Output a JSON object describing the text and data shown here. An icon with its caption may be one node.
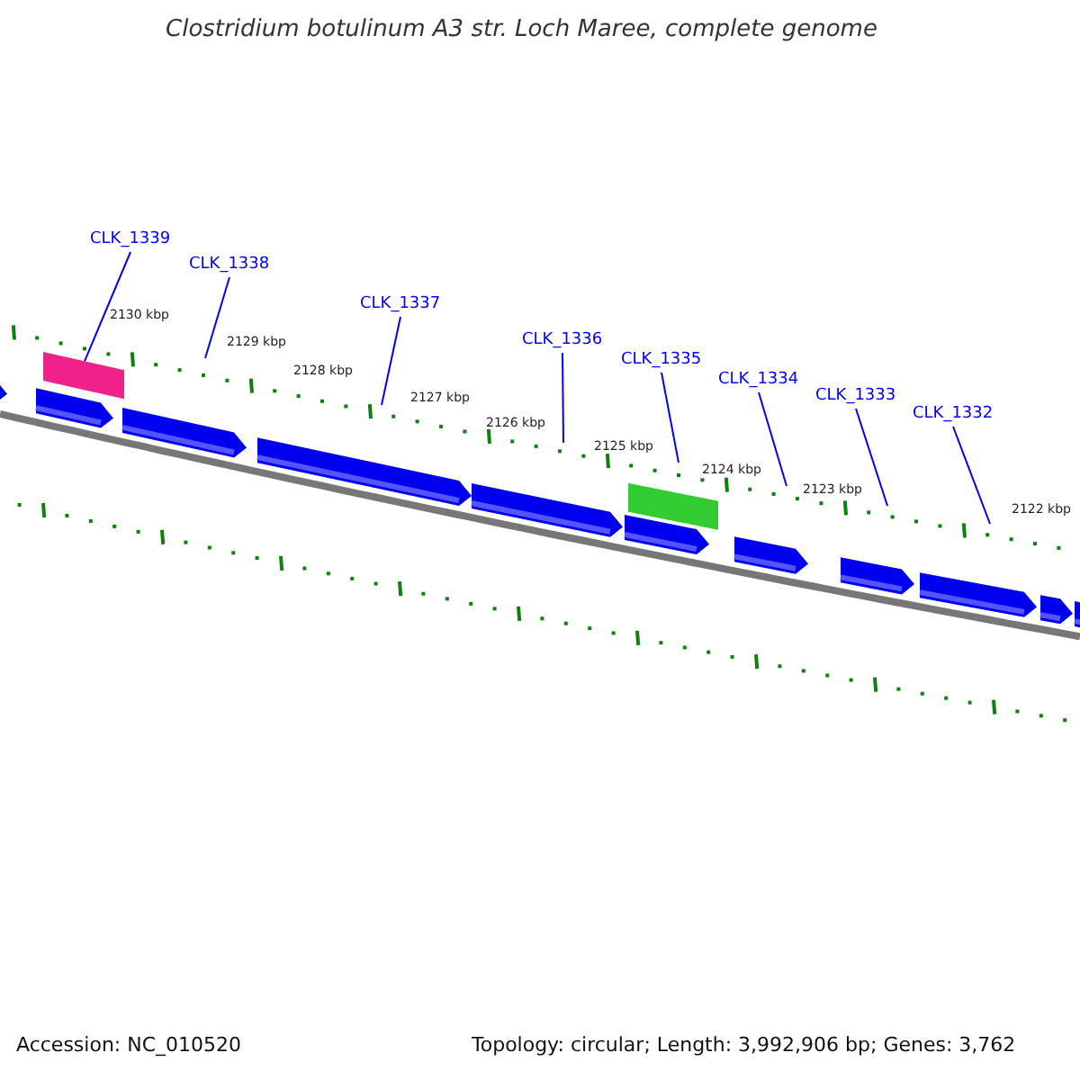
{
  "diagram": {
    "title": "Clostridium botulinum A3 str. Loch Maree, complete genome",
    "nodes": [
      {
        "text": [
          "CLK_1339"
        ]
      },
      {
        "text": [
          "CLK_1338"
        ]
      },
      {
        "text": [
          "CLK_1337"
        ]
      },
      {
        "text": [
          "CLK_1336"
        ]
      },
      {
        "text": [
          "CLK_1335"
        ]
      },
      {
        "text": [
          "CLK_1334"
        ]
      },
      {
        "text": [
          "CLK_1333"
        ]
      },
      {
        "text": [
          "CLK_1332"
        ]
      },
      {
        "text": [],
        "shape": "bar"
      }
    ],
    "edges": [
      {
        "from": 0,
        "to": 8,
        "arrow": "none"
      },
      {
        "from": 1,
        "to": null,
        "arrow": "none"
      },
      {
        "from": 2,
        "to": null,
        "arrow": "none"
      },
      {
        "from": 3,
        "to": null,
        "arrow": "none"
      },
      {
        "from": 4,
        "to": null,
        "arrow": "none"
      },
      {
        "from": 5,
        "to": null,
        "arrow": "none"
      },
      {
        "from": 6,
        "to": null,
        "arrow": "none"
      },
      {
        "from": 7,
        "to": null,
        "arrow": "none"
      }
    ],
    "labels": [
      "2130 kbp",
      "2129 kbp",
      "2128 kbp",
      "2127 kbp",
      "2126 kbp",
      "2125 kbp",
      "2124 kbp",
      "2123 kbp",
      "2122 kbp",
      "Accession: NC_010520",
      "Topology: circular; Length: 3,992,906 bp; Genes: 3,762"
    ]
  }
}
